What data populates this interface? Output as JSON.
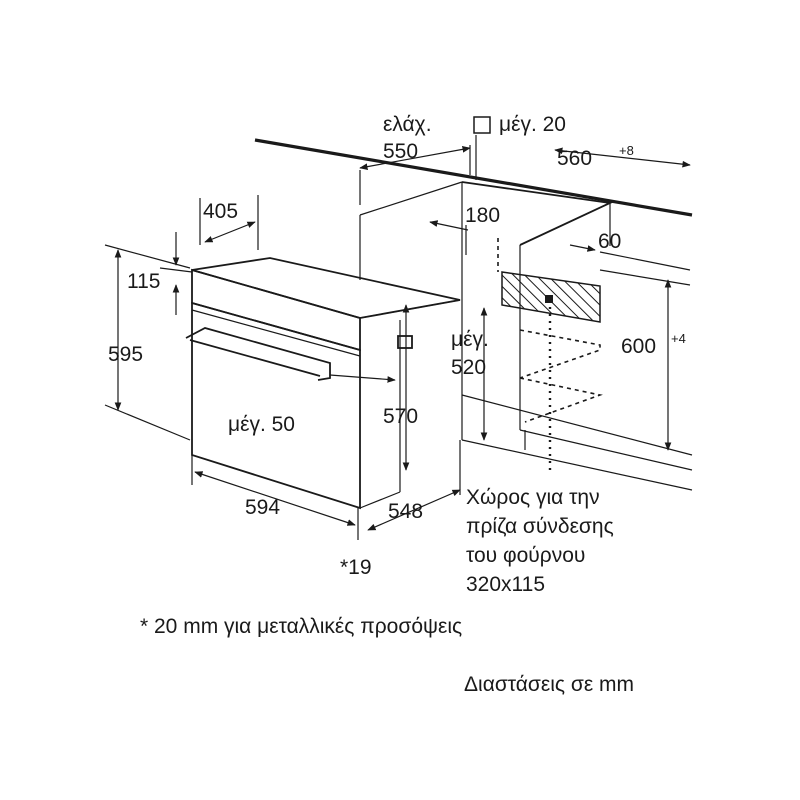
{
  "labels": {
    "min_label": "ελάχ.",
    "min_width": "550",
    "max_gap_label": "μέγ. 20",
    "depth_560": "560",
    "depth_560_tol": "+8",
    "top_depth": "405",
    "depth_180": "180",
    "depth_60": "60",
    "height_115": "115",
    "height_595": "595",
    "max_depth_label": "μέγ.",
    "max_depth_value": "520",
    "height_600": "600",
    "height_600_tol": "+4",
    "max_50": "μέγ. 50",
    "height_570": "570",
    "width_594": "594",
    "depth_548": "548",
    "footnote_ref": "*19"
  },
  "socket_note": {
    "line1": "Χώρος για την",
    "line2": "πρίζα σύνδεσης",
    "line3": "του φούρνου",
    "line4": "320x115"
  },
  "footnote": "* 20 mm για μεταλλικές προσόψεις",
  "units_note": "Διαστάσεις σε mm"
}
